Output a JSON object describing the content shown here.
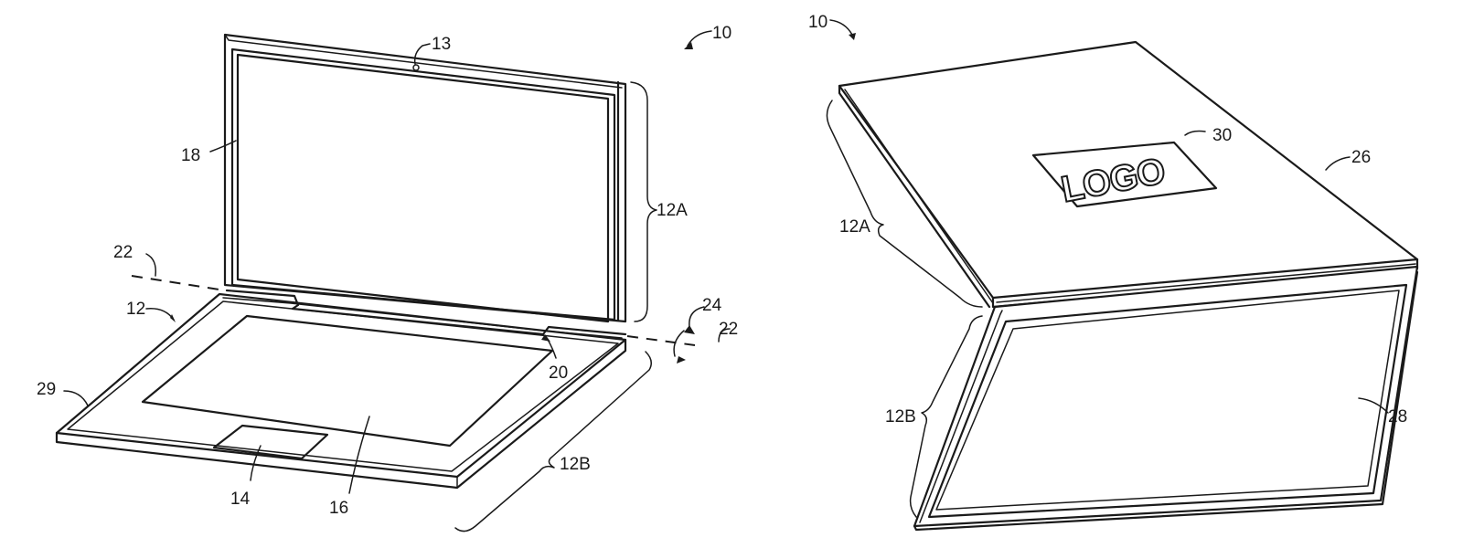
{
  "figure": {
    "type": "patent-drawing",
    "description": "Two perspective views of a portable computer (laptop) 10: left shows open laptop with display and base; right shows closed/folded view with logo on lid and display on back",
    "line_color": "#1a1a1a",
    "background": "#ffffff"
  },
  "left_view": {
    "labels": {
      "device": "10",
      "camera": "13",
      "display": "18",
      "upper_housing": "12A",
      "hinge_axis_top": "22",
      "housing": "12",
      "rotation": "24",
      "hinge_axis_right": "22",
      "hinge": "20",
      "edge": "29",
      "lower_housing": "12B",
      "trackpad": "14",
      "keyboard": "16"
    }
  },
  "right_view": {
    "labels": {
      "device": "10",
      "logo_ref": "30",
      "lid_surface": "26",
      "upper_housing": "12A",
      "lower_housing": "12B",
      "rear_display": "28"
    },
    "logo_text": "LOGO"
  }
}
